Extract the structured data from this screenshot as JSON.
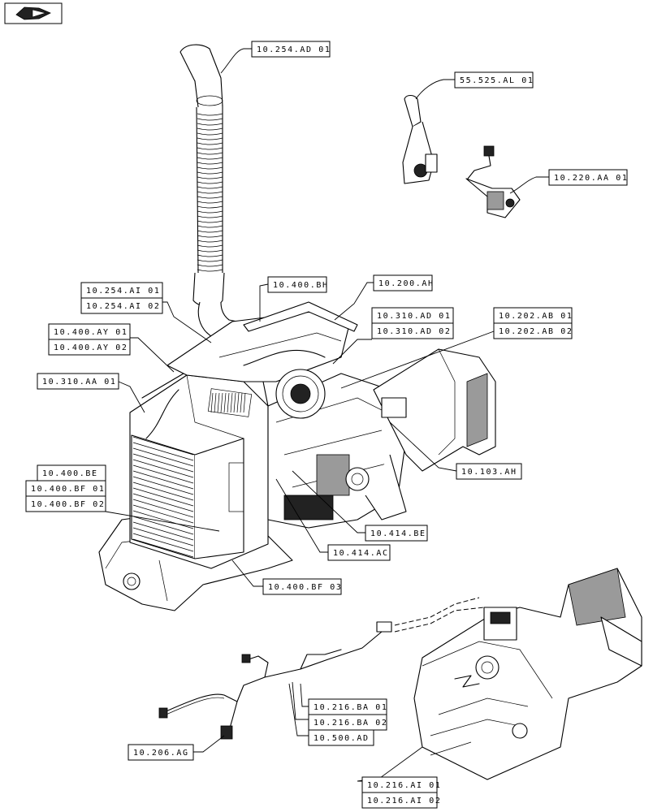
{
  "nav_icon": "direction-arrow-icon",
  "labels": [
    {
      "id": "exhaust",
      "text": "10.254.AD 01"
    },
    {
      "id": "pedal",
      "text": "55.525.AL 01"
    },
    {
      "id": "throttle",
      "text": "10.220.AA 01"
    },
    {
      "id": "ai1",
      "text": "10.254.AI 01"
    },
    {
      "id": "ai2",
      "text": "10.254.AI 02"
    },
    {
      "id": "bh",
      "text": "10.400.BH"
    },
    {
      "id": "ah200",
      "text": "10.200.AH"
    },
    {
      "id": "ad310a",
      "text": "10.310.AD 01"
    },
    {
      "id": "ad310b",
      "text": "10.310.AD 02"
    },
    {
      "id": "ab202a",
      "text": "10.202.AB 01"
    },
    {
      "id": "ab202b",
      "text": "10.202.AB 02"
    },
    {
      "id": "ay1",
      "text": "10.400.AY 01"
    },
    {
      "id": "ay2",
      "text": "10.400.AY 02"
    },
    {
      "id": "aa310",
      "text": "10.310.AA 01"
    },
    {
      "id": "ah103",
      "text": "10.103.AH"
    },
    {
      "id": "be400",
      "text": "10.400.BE"
    },
    {
      "id": "bf1",
      "text": "10.400.BF 01"
    },
    {
      "id": "bf2",
      "text": "10.400.BF 02"
    },
    {
      "id": "be414",
      "text": "10.414.BE"
    },
    {
      "id": "ac414",
      "text": "10.414.AC"
    },
    {
      "id": "bf3",
      "text": "10.400.BF 03"
    },
    {
      "id": "ba1",
      "text": "10.216.BA 01"
    },
    {
      "id": "ba2",
      "text": "10.216.BA 02"
    },
    {
      "id": "ad500",
      "text": "10.500.AD"
    },
    {
      "id": "ag206",
      "text": "10.206.AG"
    },
    {
      "id": "ai216a",
      "text": "10.216.AI 01"
    },
    {
      "id": "ai216b",
      "text": "10.216.AI 02"
    }
  ]
}
